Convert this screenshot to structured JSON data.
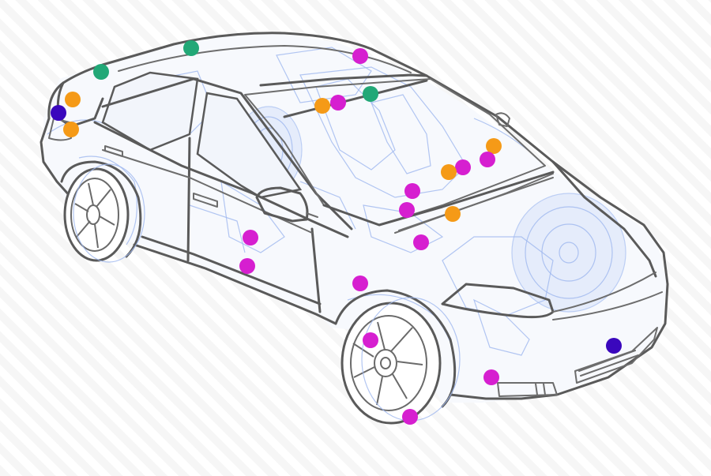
{
  "colors": {
    "background": "#ffffff",
    "outline": "#5a5a5a",
    "wireframe": "#9fb8ef",
    "sensor_magenta": "#d61fd0",
    "sensor_orange": "#f59a17",
    "sensor_green": "#22a877",
    "sensor_indigo": "#3a07bd"
  },
  "markers": [
    {
      "color": "sensor_green"
    },
    {
      "color": "sensor_green"
    },
    {
      "color": "sensor_magenta"
    },
    {
      "color": "sensor_orange"
    },
    {
      "color": "sensor_indigo"
    },
    {
      "color": "sensor_orange"
    },
    {
      "color": "sensor_orange"
    },
    {
      "color": "sensor_magenta"
    },
    {
      "color": "sensor_green"
    },
    {
      "color": "sensor_orange"
    },
    {
      "color": "sensor_magenta"
    },
    {
      "color": "sensor_magenta"
    },
    {
      "color": "sensor_orange"
    },
    {
      "color": "sensor_magenta"
    },
    {
      "color": "sensor_magenta"
    },
    {
      "color": "sensor_orange"
    },
    {
      "color": "sensor_magenta"
    },
    {
      "color": "sensor_magenta"
    },
    {
      "color": "sensor_magenta"
    },
    {
      "color": "sensor_magenta"
    },
    {
      "color": "sensor_magenta"
    },
    {
      "color": "sensor_indigo"
    },
    {
      "color": "sensor_magenta"
    },
    {
      "color": "sensor_magenta"
    }
  ]
}
